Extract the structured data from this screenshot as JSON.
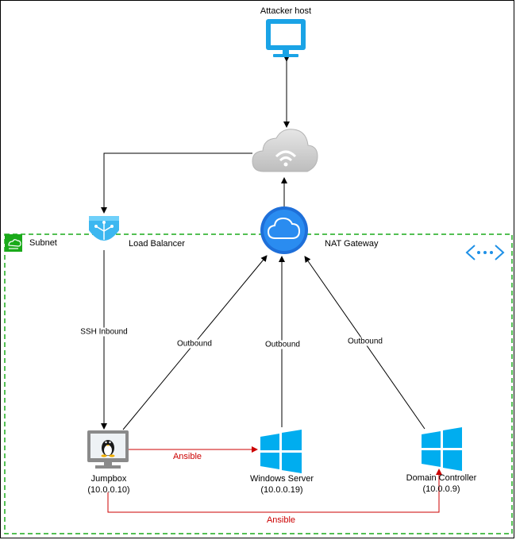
{
  "nodes": {
    "attacker": {
      "label": "Attacker host"
    },
    "load_balancer": {
      "label": "Load Balancer"
    },
    "nat_gateway": {
      "label": "NAT Gateway"
    },
    "jumpbox": {
      "label": "Jumpbox",
      "ip": "(10.0.0.10)"
    },
    "windows_server": {
      "label": "Windows Server",
      "ip": "(10.0.0.19)"
    },
    "domain_controller": {
      "label": "Domain Controller",
      "ip": "(10.0.0.9)"
    }
  },
  "subnet": {
    "label": "Subnet"
  },
  "edges": {
    "ssh_inbound": "SSH Inbound",
    "outbound_1": "Outbound",
    "outbound_2": "Outbound",
    "outbound_3": "Outbound",
    "ansible_1": "Ansible",
    "ansible_2": "Ansible"
  },
  "colors": {
    "subnet_border": "#1aaa1a",
    "azure_blue": "#1e90e6",
    "windows_blue": "#00adef",
    "ansible_red": "#cc0000",
    "cloud_gray": "#c9c9c9"
  }
}
